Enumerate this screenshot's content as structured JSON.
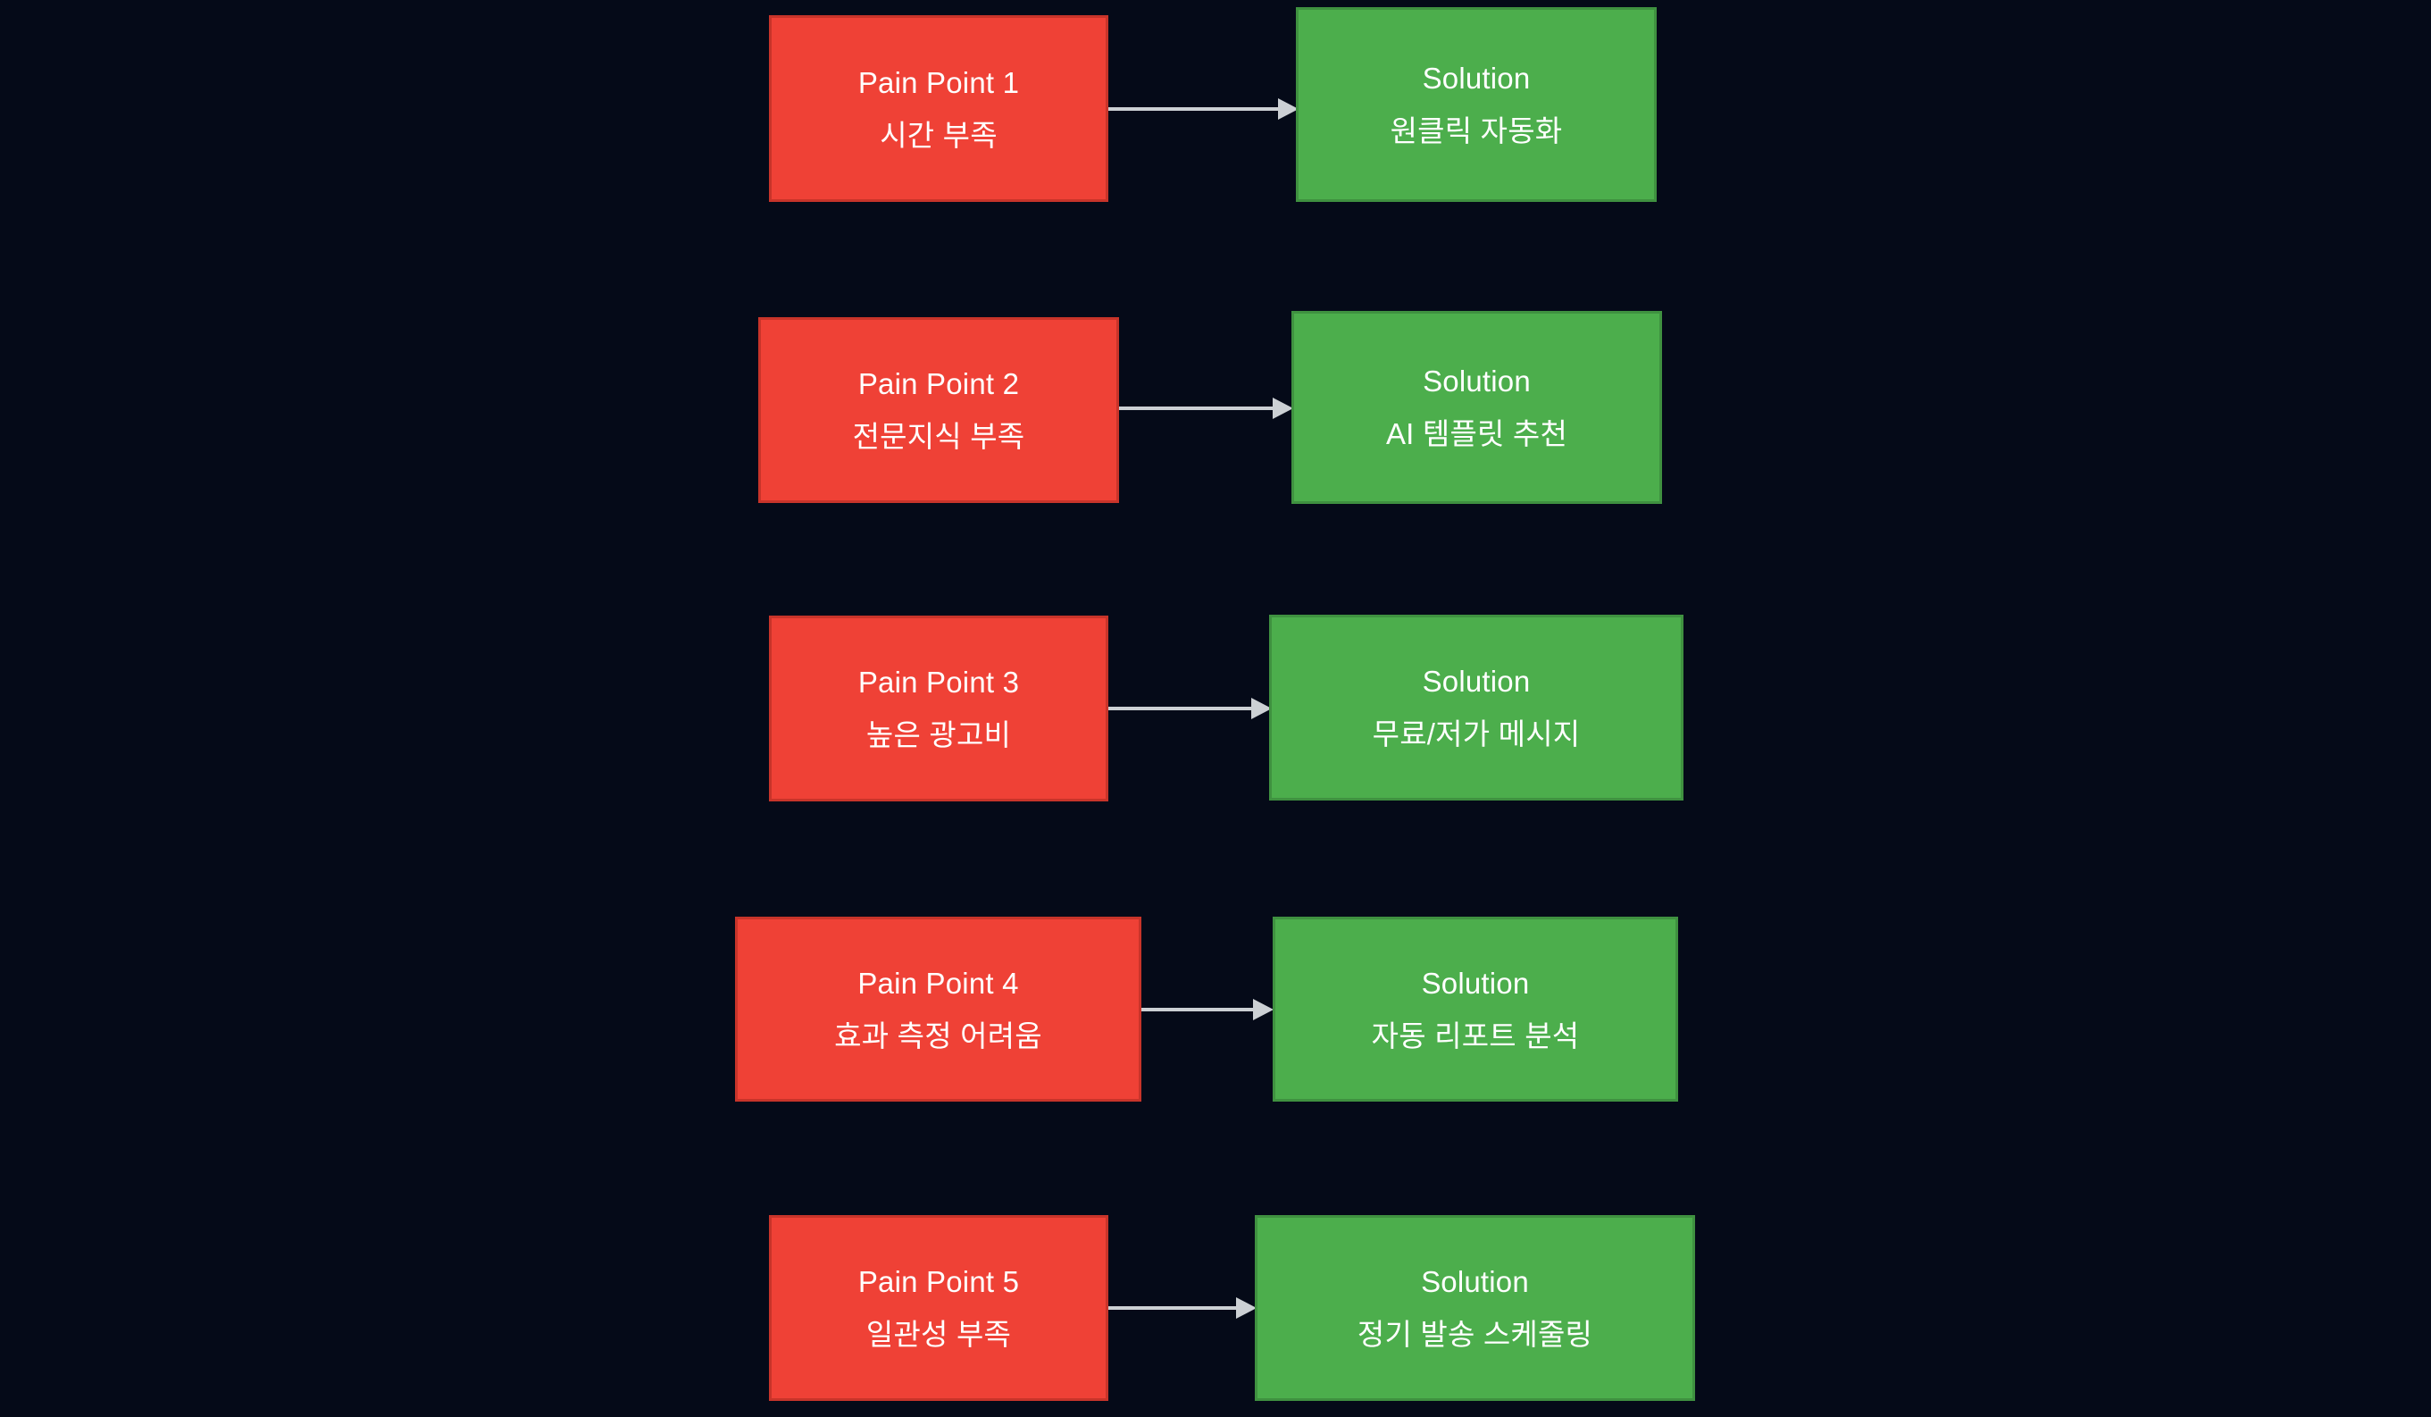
{
  "diagram": {
    "type": "flow-mapping",
    "background_color": "#050a18",
    "pain_color": "#ef4136",
    "solution_color": "#4cae4c",
    "arrow_color": "#ccd0d4",
    "text_color": "#ffffff",
    "rows": [
      {
        "pain": {
          "title": "Pain Point 1",
          "detail": "시간 부족"
        },
        "solution": {
          "title": "Solution",
          "detail": "원클릭 자동화"
        },
        "arrow": "arrow-right"
      },
      {
        "pain": {
          "title": "Pain Point 2",
          "detail": "전문지식 부족"
        },
        "solution": {
          "title": "Solution",
          "detail": "AI 템플릿 추천"
        },
        "arrow": "arrow-right"
      },
      {
        "pain": {
          "title": "Pain Point 3",
          "detail": "높은 광고비"
        },
        "solution": {
          "title": "Solution",
          "detail": "무료/저가 메시지"
        },
        "arrow": "arrow-right"
      },
      {
        "pain": {
          "title": "Pain Point 4",
          "detail": "효과 측정 어려움"
        },
        "solution": {
          "title": "Solution",
          "detail": "자동 리포트 분석"
        },
        "arrow": "arrow-right"
      },
      {
        "pain": {
          "title": "Pain Point 5",
          "detail": "일관성 부족"
        },
        "solution": {
          "title": "Solution",
          "detail": "정기 발송 스케줄링"
        },
        "arrow": "arrow-right"
      }
    ]
  }
}
